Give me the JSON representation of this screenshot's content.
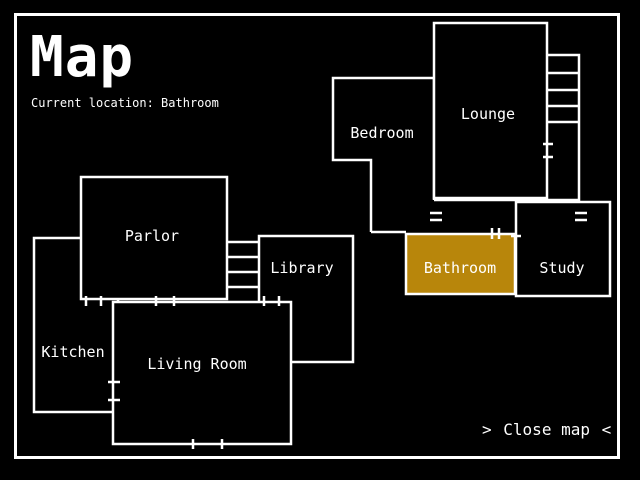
{
  "screen": {
    "title": "Map",
    "current_location": "Current location: Bathroom"
  },
  "rooms": {
    "parlor": "Parlor",
    "library": "Library",
    "kitchen": "Kitchen",
    "living_room": "Living Room",
    "bedroom": "Bedroom",
    "lounge": "Lounge",
    "bathroom": "Bathroom",
    "study": "Study"
  },
  "highlight_color": "#b8860b",
  "actions": {
    "close_map": {
      "left_arrow": ">",
      "label": "Close map",
      "right_arrow": "<"
    }
  }
}
